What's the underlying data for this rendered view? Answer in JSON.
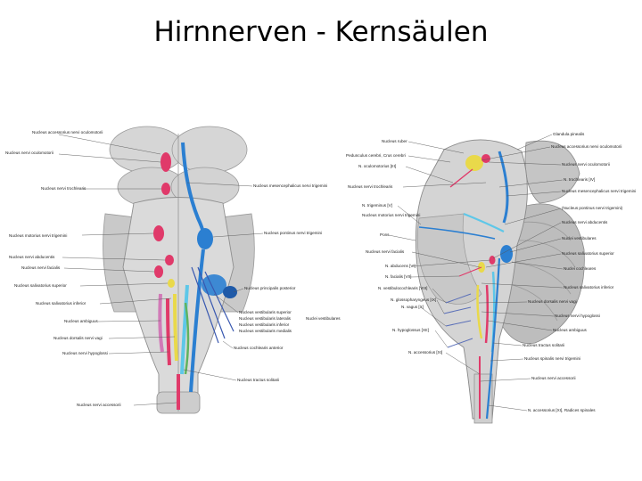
{
  "slide": {
    "title": "Hirnnerven - Kernsäulen"
  },
  "left_figure": {
    "labels": [
      "Nucleus accessorius nervi oculomotorii",
      "Nucleus nervi oculomotorii",
      "Nucleus nervi trochlearis",
      "Nucleus mesencephalicus nervi trigemini",
      "Nucleus motorius nervi trigemini",
      "Nucleus pontinus nervi trigemini",
      "Nucleus nervi abducentis",
      "Nucleus nervi facialis",
      "Nucleus salivatorius superior",
      "Nucleus principalis posterior",
      "Nucleus salivatorius inferior",
      "Nucleus vestibularis superior",
      "Nucleus vestibularis lateralis",
      "Nuclei vestibulares",
      "Nucleus ambiguus",
      "Nucleus vestibularis inferior",
      "Nucleus dorsalis nervi vagi",
      "Nucleus vestibularis medialis",
      "Nucleus nervi hypoglossi",
      "Nucleus cochlearis anterior",
      "Nucleus tractus solitarii",
      "Nucleus nervi accessorii"
    ]
  },
  "right_figure": {
    "left_labels": [
      "Nucleus ruber",
      "Pedunculus cerebri, Crus cerebri",
      "N. oculomotorius [III]",
      "Nucleus nervi trochlearis",
      "N. trigeminus [V]",
      "Nucleus motorius nervi trigemini",
      "Pons",
      "Nucleus nervi facialis",
      "N. abducens [VI]",
      "N. facialis [VII]",
      "N. vestibulocochlearis [VIII]",
      "N. glossopharyngeus [IX]",
      "N. vagus [X]",
      "N. hypoglossus [XII]",
      "N. accessorius [XI]"
    ],
    "right_labels": [
      "Glandula pinealis",
      "Nucleus accessorius nervi oculomotorii",
      "Nucleus nervi oculomotorii",
      "N. trochlearis [IV]",
      "Nucleus mesencephalicus nervi trigemini",
      "(Nucleus pontinus nervi trigemini)",
      "Nucleus nervi abducentis",
      "Nuclei vestibulares",
      "Nucleus salivatorius superior",
      "Nuclei cochleares",
      "Nucleus salivatorius inferior",
      "Nucleus dorsalis nervi vagi",
      "Nucleus nervi hypoglossi",
      "Nucleus ambiguus",
      "Nucleus tractus solitarii",
      "Nucleus spinalis nervi trigemini",
      "Nucleus nervi accessorii",
      "N. accessorius [XI], Radices spinales"
    ]
  },
  "colors": {
    "motor": "#e03a6a",
    "visceromotor": "#e9d94a",
    "sensory": "#2b7fd1",
    "special_sensory": "#5ec7e8",
    "brainstem": "#cfcfcf"
  }
}
